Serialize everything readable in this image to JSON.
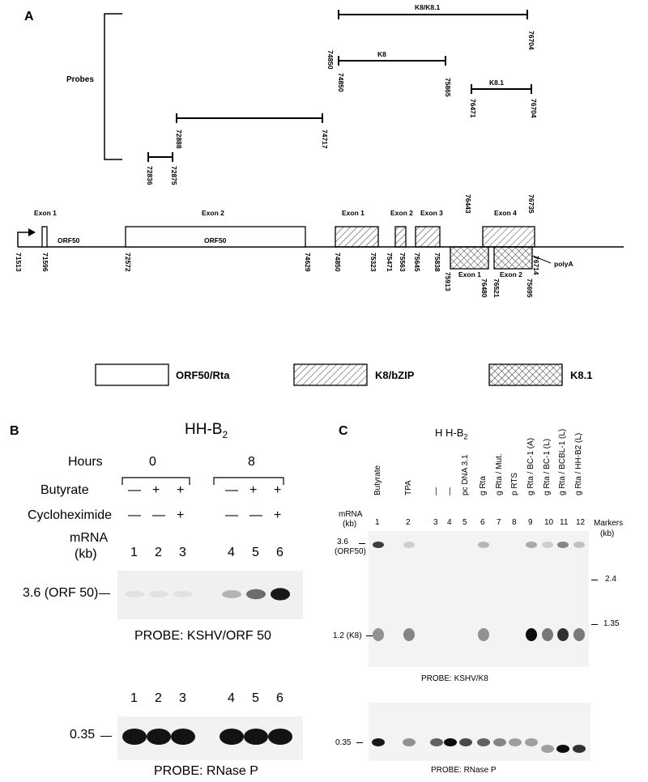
{
  "panelA": {
    "label": "A",
    "probes_label": "Probes",
    "probes": [
      {
        "name": "K8/K8.1",
        "start": "74850",
        "end": "76704"
      },
      {
        "name": "K8",
        "start": "74850",
        "end": "75865"
      },
      {
        "name": "K8.1",
        "start": "76471",
        "end": "76704"
      },
      {
        "name": "",
        "start": "72888",
        "end": "74717"
      },
      {
        "name": "",
        "start": "72836",
        "end": "72875"
      }
    ],
    "exons": [
      {
        "label": "Exon 1",
        "gene": "ORF50"
      },
      {
        "label": "Exon 2",
        "gene": "ORF50"
      },
      {
        "label": "Exon 1",
        "gene": "K8"
      },
      {
        "label": "Exon 2",
        "gene": "K8"
      },
      {
        "label": "Exon 3",
        "gene": "K8"
      },
      {
        "label": "Exon 4",
        "gene": "K8"
      },
      {
        "label": "Exon 1",
        "gene": "K8.1"
      },
      {
        "label": "Exon 2",
        "gene": "K8.1"
      }
    ],
    "gene_labels": [
      "ORF50",
      "ORF50"
    ],
    "coords_below": [
      "71513",
      "71596",
      "72572",
      "74629",
      "74850",
      "75323",
      "75471",
      "75563",
      "75645",
      "75838",
      "75913",
      "76480",
      "76521",
      "75695",
      "76714"
    ],
    "coords_above": [
      "76443",
      "76735"
    ],
    "polyA": "polyA",
    "legend": [
      {
        "label": "ORF50/Rta",
        "pattern": "open"
      },
      {
        "label": "K8/bZIP",
        "pattern": "hatched"
      },
      {
        "label": "K8.1",
        "pattern": "crosshatched"
      }
    ]
  },
  "panelB": {
    "label": "B",
    "title_main": "HH-B",
    "title_sub": "2",
    "hours_label": "Hours",
    "hours": [
      "0",
      "8"
    ],
    "butyrate_label": "Butyrate",
    "butyrate": [
      "—",
      "+",
      "+",
      "—",
      "+",
      "+"
    ],
    "cyclo_label": "Cycloheximide",
    "cyclo": [
      "—",
      "—",
      "+",
      "—",
      "—",
      "+"
    ],
    "mrna_label": "mRNA",
    "kb_label": "(kb)",
    "lanes": [
      "1",
      "2",
      "3",
      "4",
      "5",
      "6"
    ],
    "band_top": "3.6 (ORF 50)",
    "probe_top": "PROBE: KSHV/ORF 50",
    "band_bottom": "0.35",
    "probe_bottom": "PROBE: RNase P",
    "orf50_signal": [
      0.02,
      0.02,
      0.03,
      0.25,
      0.55,
      0.9
    ],
    "rnasep_signal": [
      1,
      1,
      1,
      1,
      1,
      1
    ]
  },
  "panelC": {
    "label": "C",
    "title_main": "H H-B",
    "title_sub": "2",
    "mrna_label": "mRNA",
    "kb_label": "(kb)",
    "lane_names": [
      "Butyrate",
      "TPA",
      "—",
      "—",
      "pc DNA 3.1",
      "g Rta",
      "g Rta / Mut.",
      "p RTS",
      "g Rta / BC-1 (A)",
      "g Rta / BC-1 (L)",
      "g Rta / BCBL-1 (L)",
      "g Rta / HH-B2 (L)"
    ],
    "lanes": [
      "1",
      "2",
      "3",
      "4",
      "5",
      "6",
      "7",
      "8",
      "9",
      "10",
      "11",
      "12"
    ],
    "markers_label": "Markers",
    "markers_kb": "(kb)",
    "band1": "3.6",
    "band1b": "(ORF50)",
    "band2": "1.2 (K8)",
    "marker1": "2.4",
    "marker2": "1.35",
    "probe_top": "PROBE: KSHV/K8",
    "band_bottom": "0.35",
    "probe_bottom": "PROBE: RNase P"
  }
}
